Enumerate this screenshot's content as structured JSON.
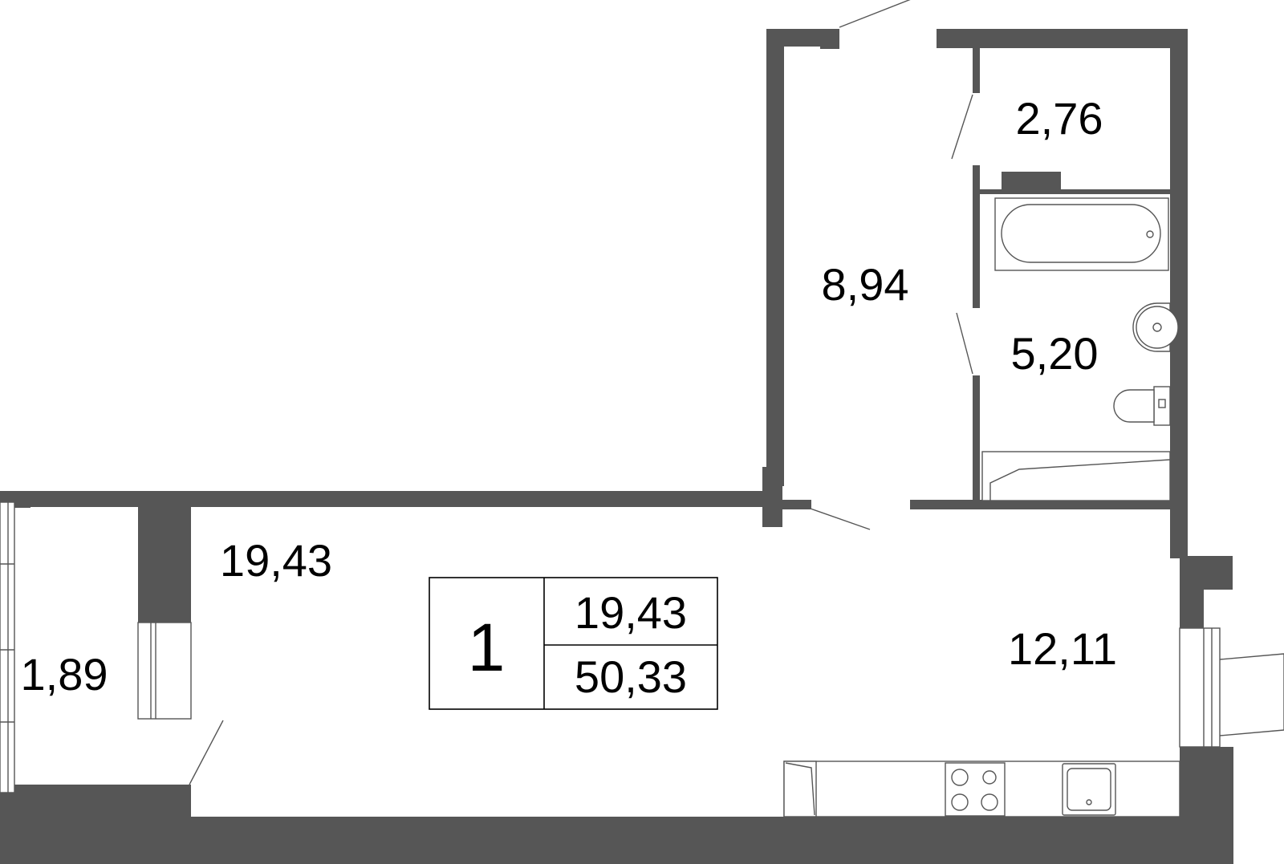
{
  "rooms": {
    "balcony_area": "1,89",
    "living_area": "19,43",
    "hall_area": "8,94",
    "toilet_area": "2,76",
    "bath_area": "5,20",
    "kitchen_area": "12,11"
  },
  "summary": {
    "room_count": "1",
    "living_total": "19,43",
    "total_area": "50,33"
  },
  "colors": {
    "wall": "#565656",
    "background": "#ffffff"
  }
}
